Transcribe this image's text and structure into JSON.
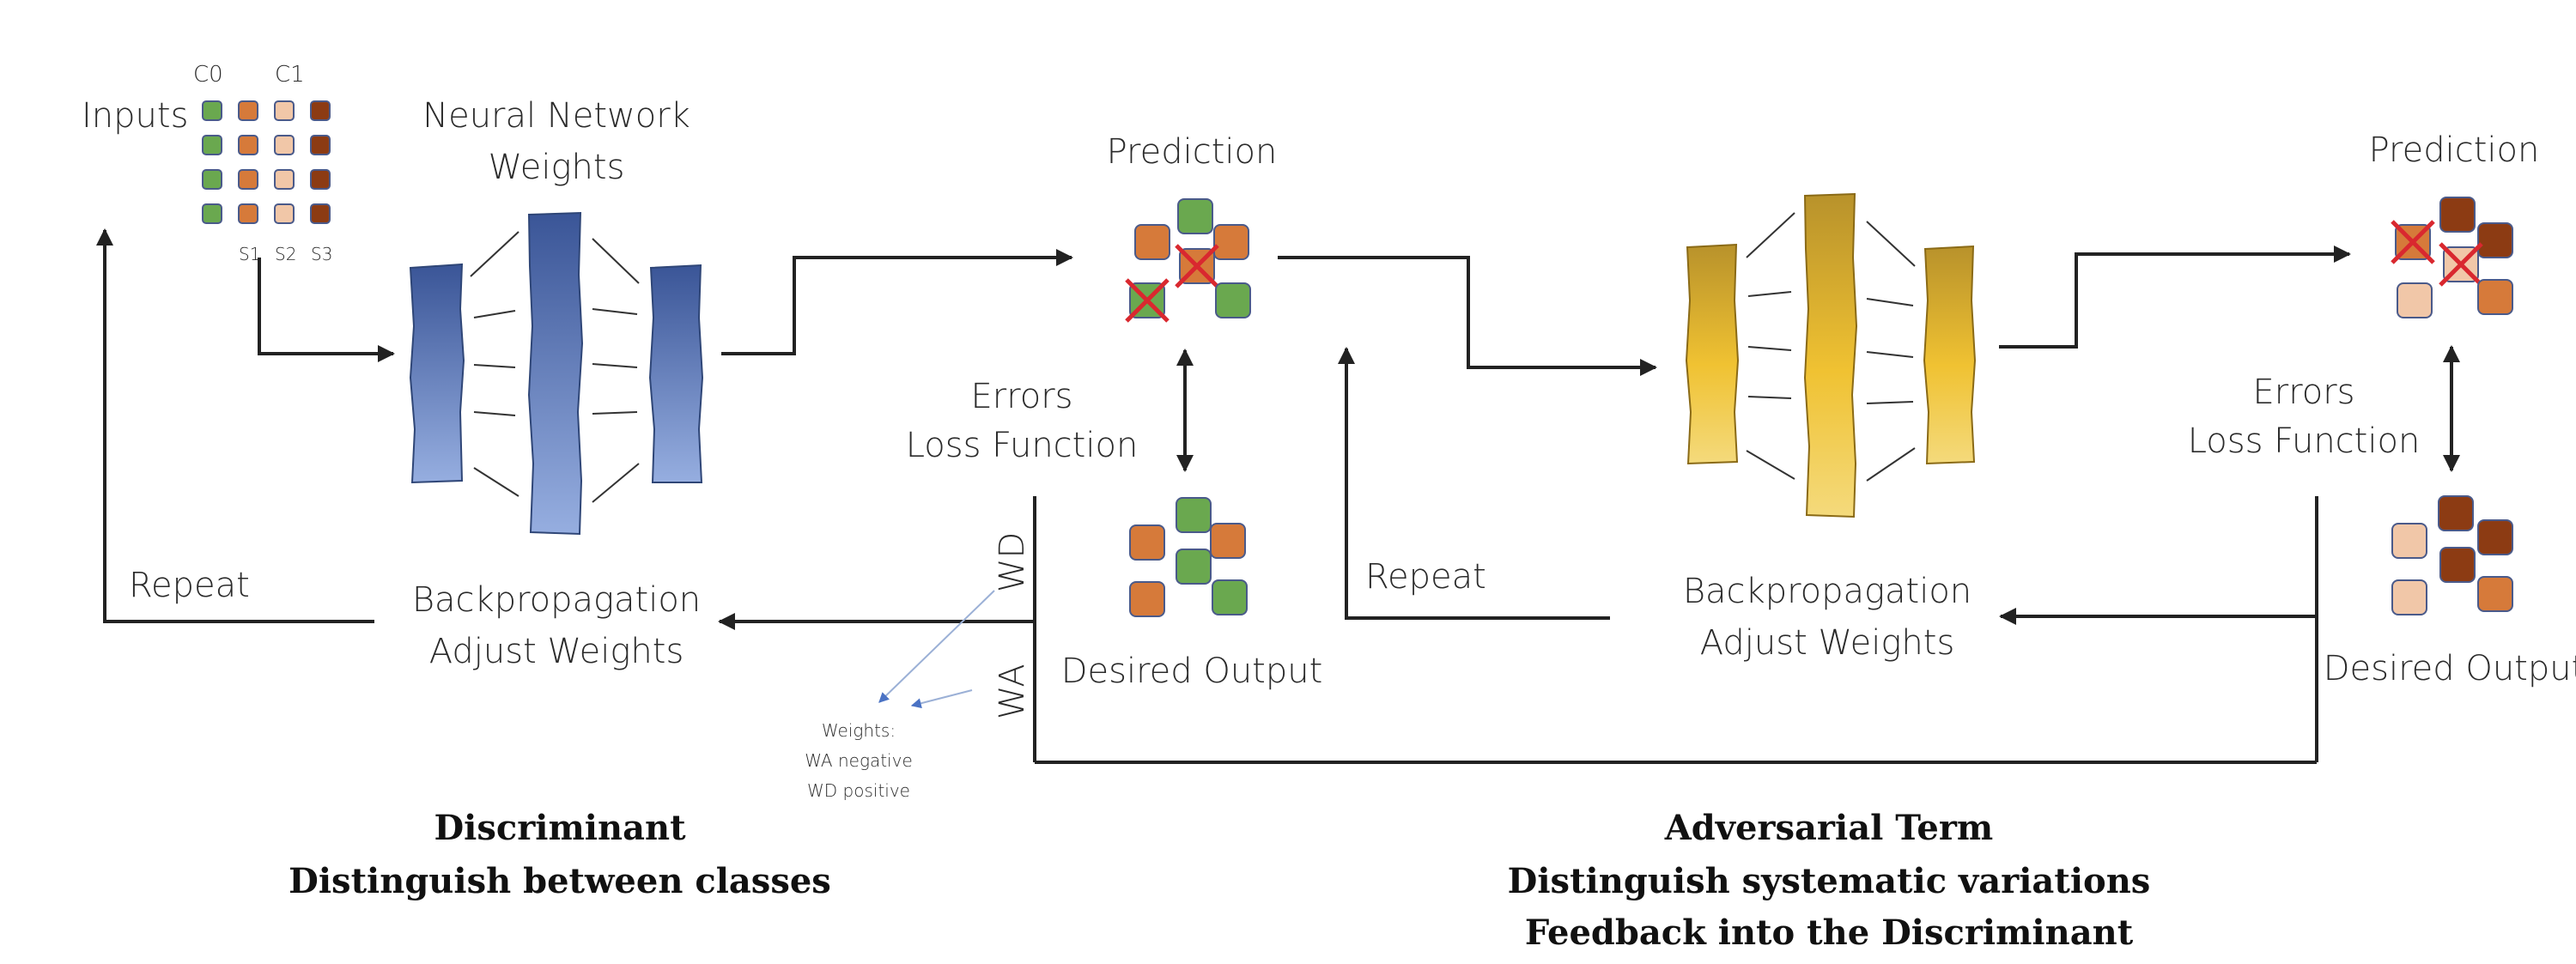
{
  "colors": {
    "green": "#6aa84f",
    "orange": "#d67a3a",
    "peach": "#f1c7a8",
    "brown": "#8c3b13",
    "blue_dark": "#3f5c9c",
    "blue_light": "#8ea6d8",
    "gold_dark": "#b8922b",
    "gold_light": "#f3d46a",
    "error_mark": "#d9282f"
  },
  "inputs": {
    "label": "Inputs",
    "c0": "C0",
    "c1": "C1",
    "s1": "S1",
    "s2": "S2",
    "s3": "S3"
  },
  "discriminant_nn": {
    "line1": "Neural Network",
    "line2": "Weights"
  },
  "prediction_1": {
    "label": "Prediction"
  },
  "errors_1": {
    "line1": "Errors",
    "line2": "Loss Function"
  },
  "desired_1": {
    "label": "Desired Output"
  },
  "backprop_1": {
    "line1": "Backpropagation",
    "line2": "Adjust Weights"
  },
  "repeat_1": {
    "label": "Repeat"
  },
  "weight_tags": {
    "wd": "WD",
    "wa": "WA"
  },
  "weights_note": {
    "line1": "Weights:",
    "line2": "WA negative",
    "line3": "WD positive"
  },
  "prediction_2": {
    "label": "Prediction"
  },
  "errors_2": {
    "line1": "Errors",
    "line2": "Loss Function"
  },
  "desired_2": {
    "label": "Desired Output"
  },
  "backprop_2": {
    "line1": "Backpropagation",
    "line2": "Adjust Weights"
  },
  "repeat_2": {
    "label": "Repeat"
  },
  "caption_left": {
    "line1": "Discriminant",
    "line2": "Distinguish between classes"
  },
  "caption_right": {
    "line1": "Adversarial Term",
    "line2": "Distinguish systematic variations",
    "line3": "Feedback into the Discriminant"
  }
}
